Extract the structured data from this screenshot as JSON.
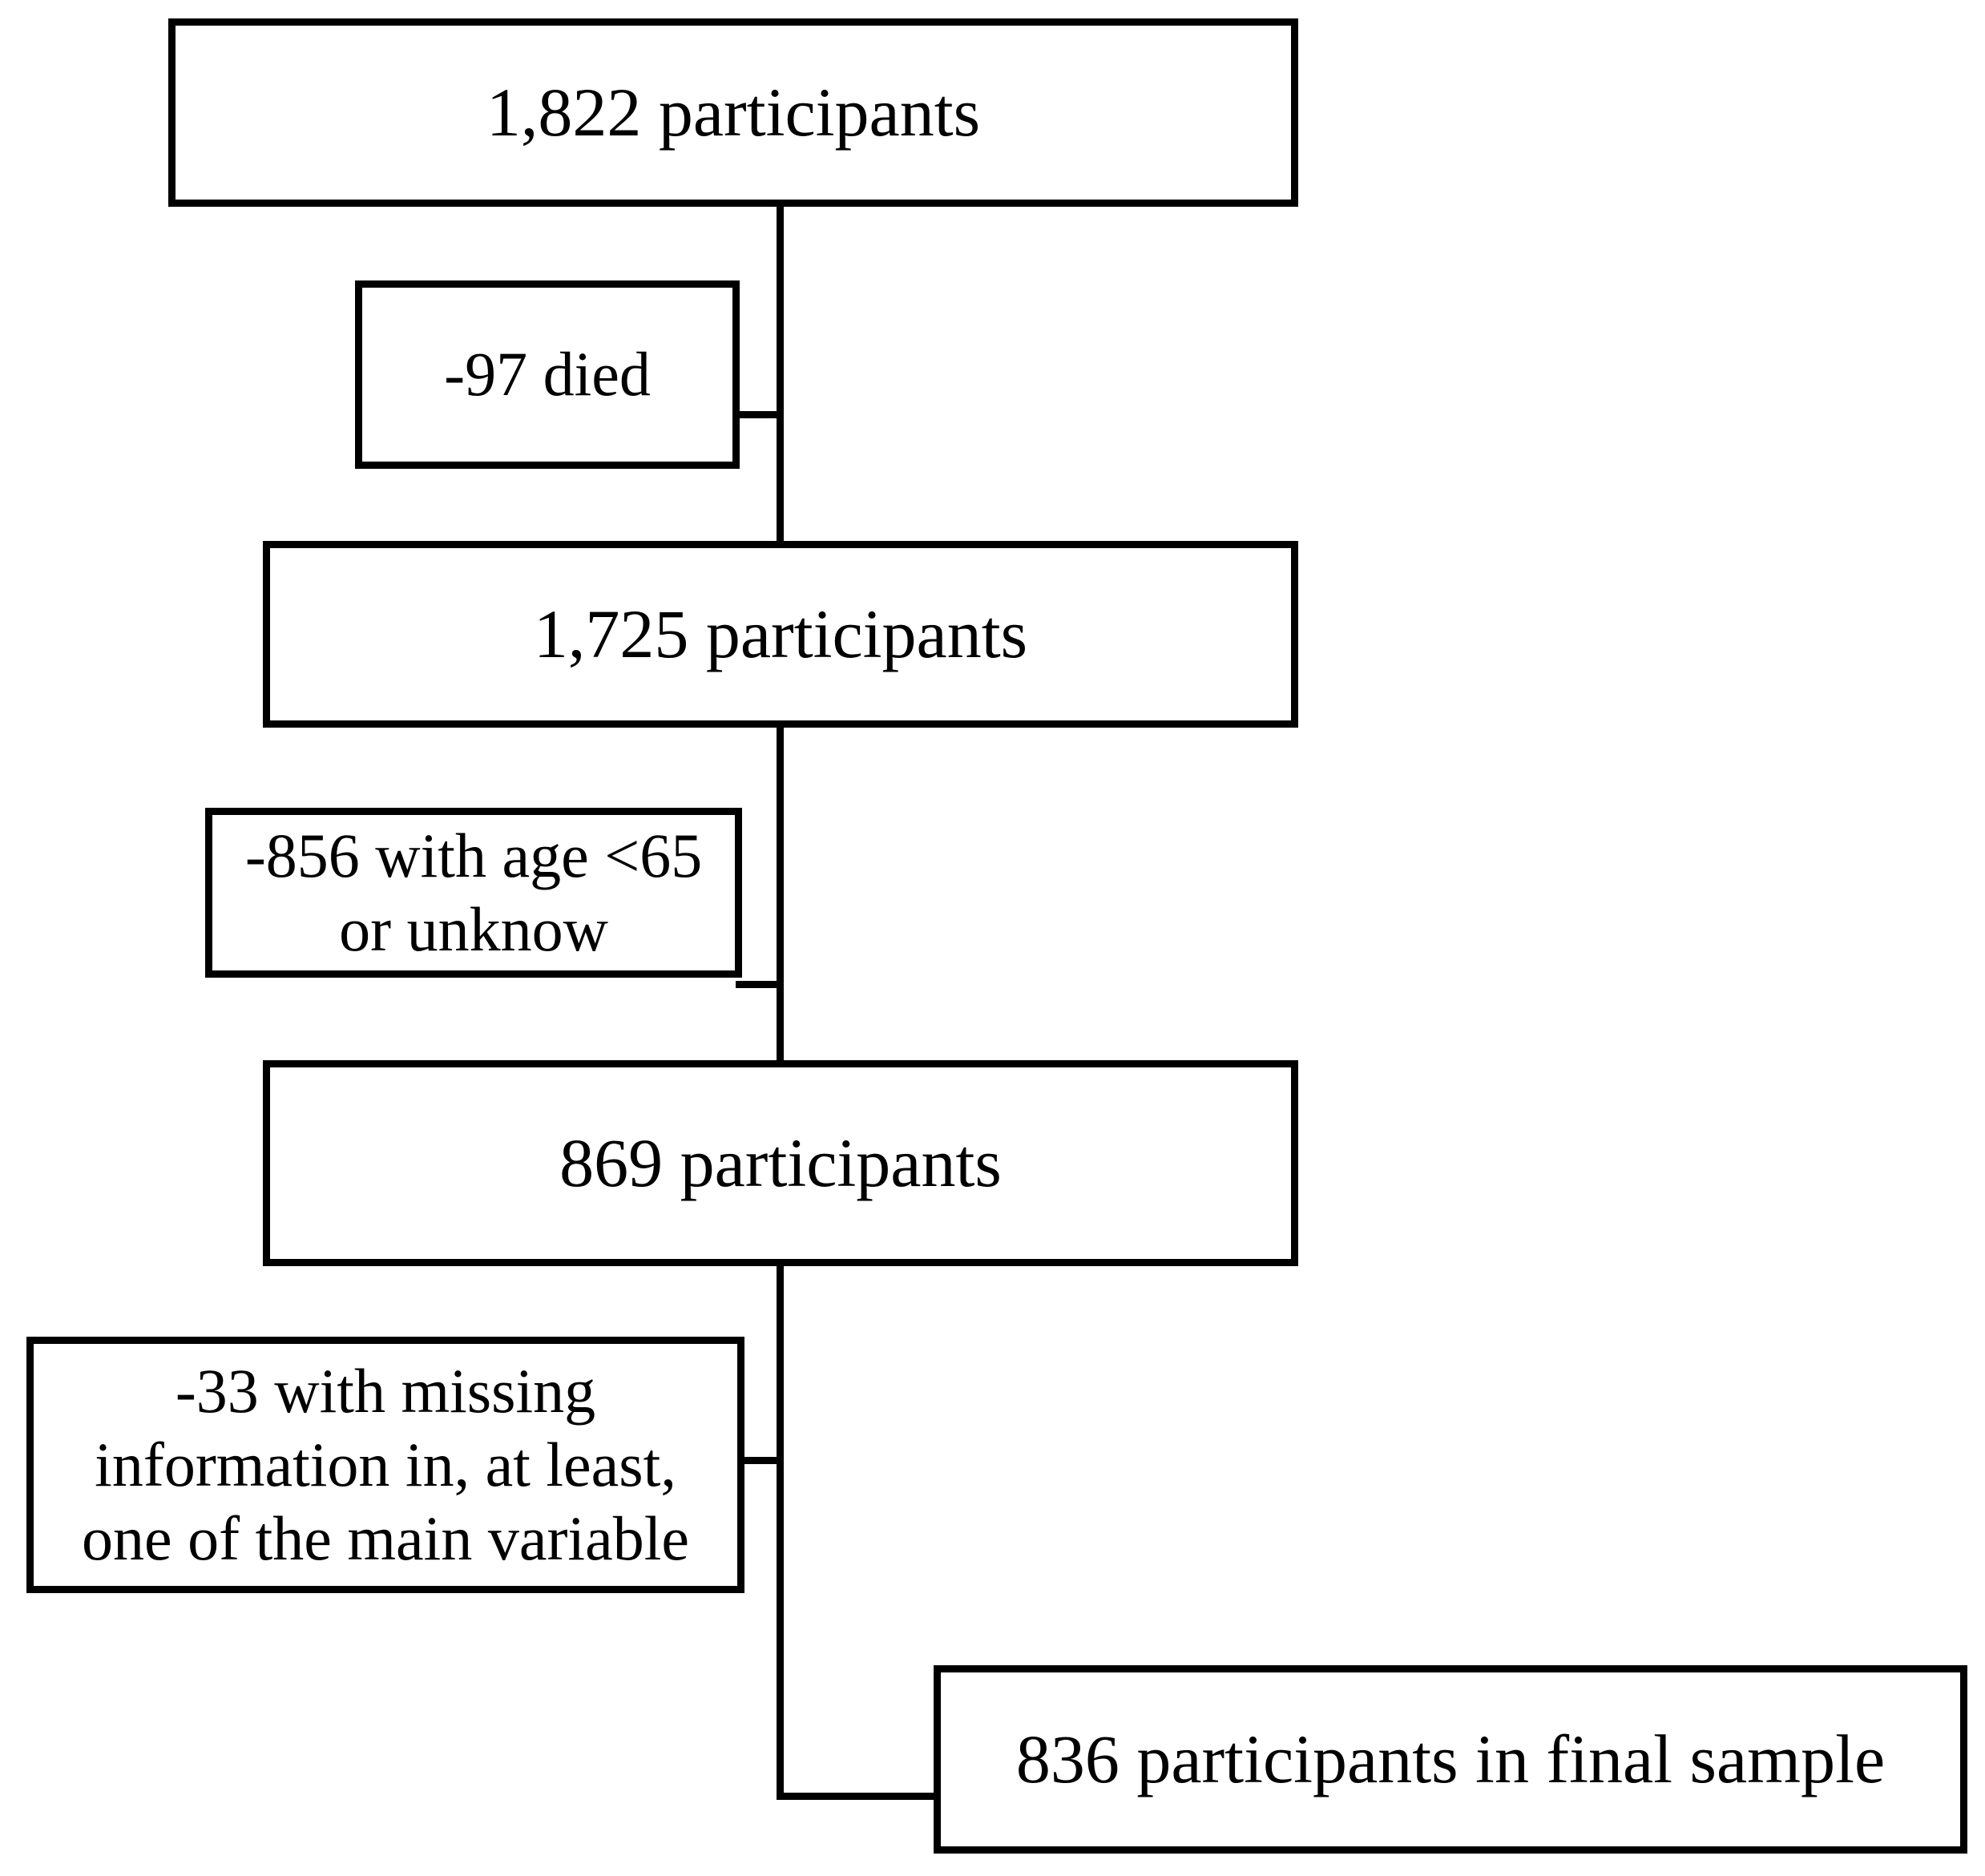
{
  "figure": {
    "type": "participant-flow-diagram",
    "background_color": "#ffffff",
    "line_color": "#000000"
  },
  "flow": {
    "nodes": [
      {
        "id": "start",
        "kind": "count",
        "label": "1,822 participants"
      },
      {
        "id": "excl-died",
        "kind": "exclusion",
        "label": "-97 died"
      },
      {
        "id": "after-died",
        "kind": "count",
        "label": "1,725 participants"
      },
      {
        "id": "excl-age",
        "kind": "exclusion",
        "label": "-856 with age <65\nor unknow"
      },
      {
        "id": "after-age",
        "kind": "count",
        "label": "869 participants"
      },
      {
        "id": "excl-miss",
        "kind": "exclusion",
        "label": "-33 with missing\ninformation in, at least,\none of the main variable"
      },
      {
        "id": "final",
        "kind": "count",
        "label": "836 participants in final sample"
      }
    ],
    "counts": {
      "start": 1822,
      "died": 97,
      "after_died": 1725,
      "age_under_65_or_unknown": 856,
      "after_age": 869,
      "missing_information": 33,
      "final_sample": 836
    },
    "edges": [
      {
        "from": "start",
        "to": "after-died",
        "kind": "main"
      },
      {
        "from": "start",
        "to": "excl-died",
        "kind": "exclusion"
      },
      {
        "from": "after-died",
        "to": "after-age",
        "kind": "main"
      },
      {
        "from": "after-died",
        "to": "excl-age",
        "kind": "exclusion"
      },
      {
        "from": "after-age",
        "to": "final",
        "kind": "main"
      },
      {
        "from": "after-age",
        "to": "excl-miss",
        "kind": "exclusion"
      }
    ]
  }
}
